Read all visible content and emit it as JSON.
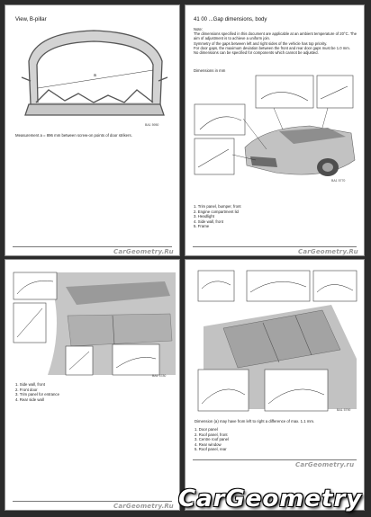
{
  "page1": {
    "title": "View, B-pillar",
    "caption": "Measurement a = 896 mm between screw-on points of door strikers.",
    "ref": "BA1 5950",
    "watermark": "CarGeometry.Ru"
  },
  "page2": {
    "title": "41 00 ...Gap dimensions, body",
    "note_label": "Note:",
    "note_text": "The dimensions specified in this document are applicable at an ambient temperature of 20°C. The aim of adjustment is to achieve a uniform join.",
    "note_text2": "Symmetry of the gaps between left and right sides of the vehicle has top priority.",
    "note_text3": "For door gaps, the maximum deviation between the front and rear door gaps must be 1.0 mm.",
    "note_text4": "No dimensions can be specified for components which cannot be adjusted.",
    "dim_label": "Dimensions in mm",
    "items": [
      "1. Trim panel, bumper, front",
      "2. Engine compartment lid",
      "3. Headlight",
      "4. Side wall, front",
      "5. Frame"
    ],
    "ref": "BA1 5770",
    "watermark": "CarGeometry.Ru"
  },
  "page3": {
    "items": [
      "1. Side wall, front",
      "2. Front door",
      "3. Trim panel for entrance",
      "4. Rear side wall"
    ],
    "ref": "BA1 5780",
    "watermark": "CarGeometry.Ru"
  },
  "page4": {
    "caption": "Dimension (a) may have from left to right a difference of max. 1.1 mm.",
    "items": [
      "1. Door panel",
      "2. Roof panel, front",
      "3. Centre roof panel",
      "4. Rear window",
      "5. Roof panel, rear"
    ],
    "ref": "BA1 5790",
    "watermark": "CarGeometry.ru"
  },
  "site_watermark": "CarGeometry"
}
